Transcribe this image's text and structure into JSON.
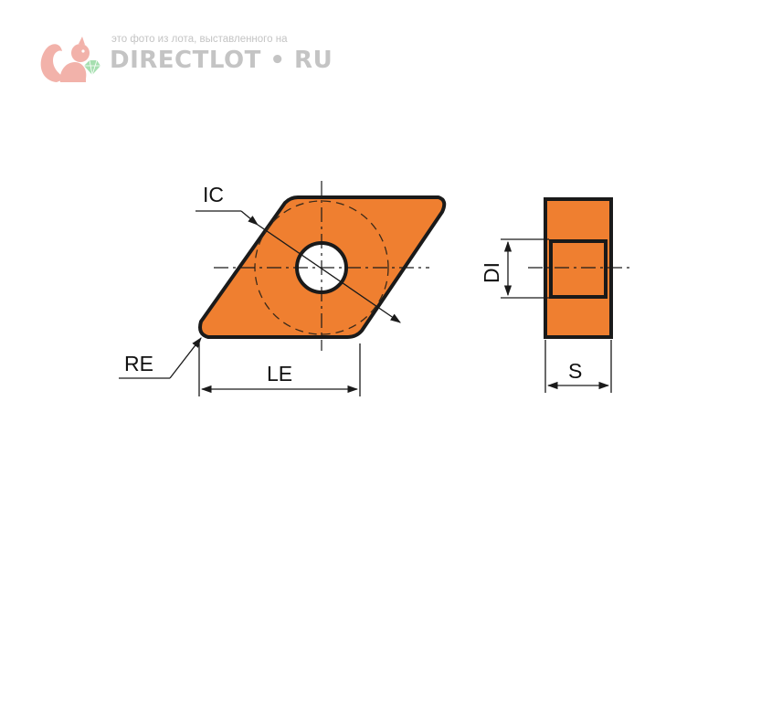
{
  "watermark": {
    "caption": "это фото из лота, выставленного на",
    "brand": "DIRECTLOT • RU"
  },
  "diagram": {
    "labels": {
      "ic": "IC",
      "re": "RE",
      "le": "LE",
      "di": "DI",
      "s": "S"
    },
    "colors": {
      "insert_fill": "#ef7f30",
      "outline": "#1a1a1a",
      "watermark": "#c4c4c4",
      "watermark_logo": "#f2b2aa",
      "watermark_gem": "#a6dfb0"
    }
  }
}
